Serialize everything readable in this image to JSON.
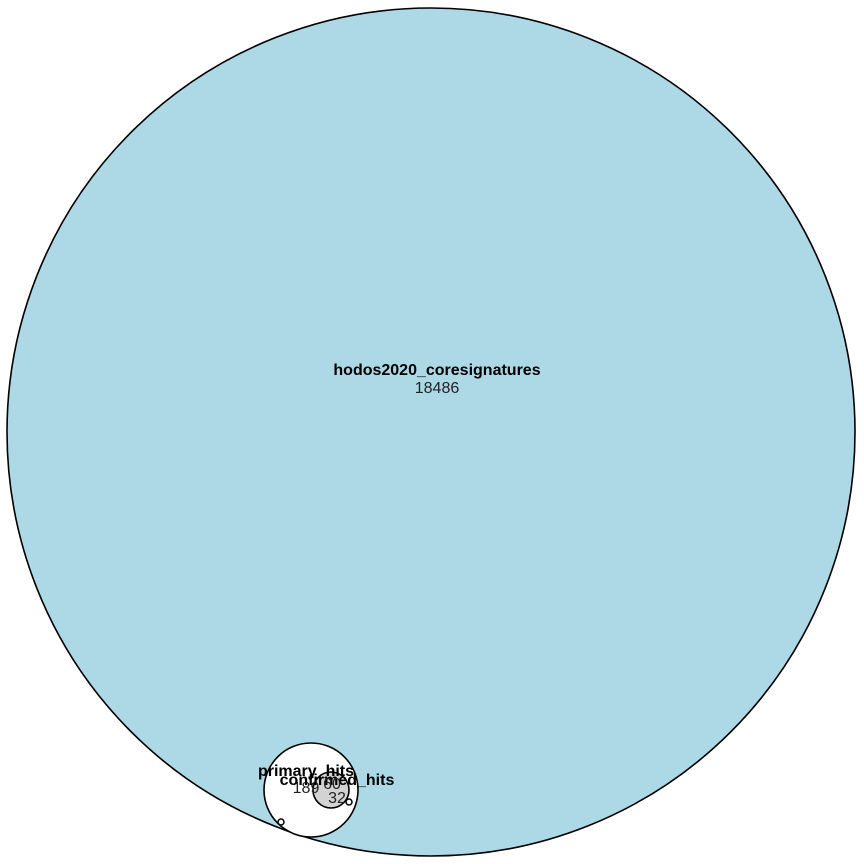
{
  "diagram": {
    "type": "euler",
    "sets": [
      {
        "name": "hodos2020_coresignatures",
        "count": "18486",
        "fill": "#add8e6"
      },
      {
        "name": "primary_hits",
        "count": "189",
        "fill": "#ffffff"
      },
      {
        "name": "confirmed_hits",
        "count": "60",
        "fill": "#d3d3d3"
      }
    ],
    "extra_counts": [
      {
        "value": "32"
      }
    ]
  }
}
